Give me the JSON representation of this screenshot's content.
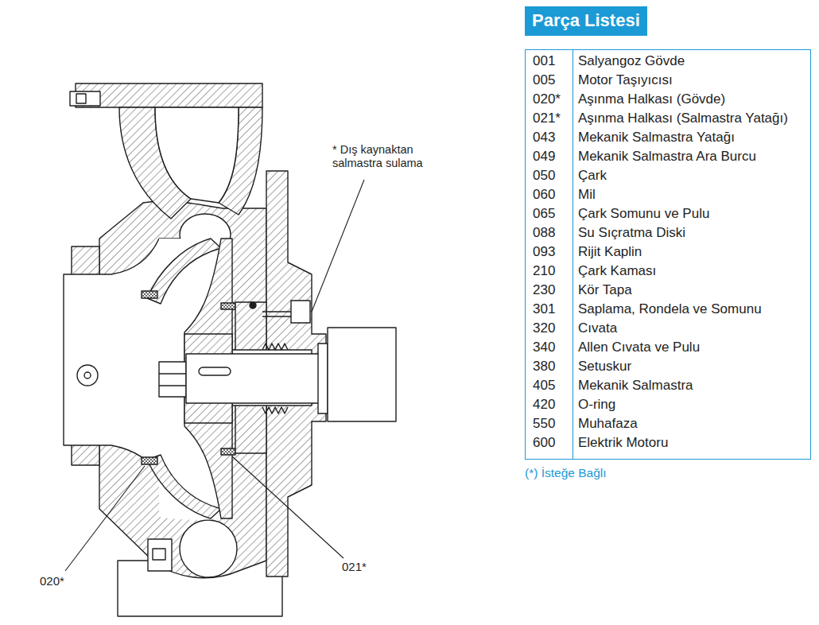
{
  "diagram": {
    "title": "Parça Listesi",
    "labels": [
      "* Dış kaynaktan salmastra sulama",
      "020*",
      "021*",
      "001",
      "Salyangoz Gövde",
      "005",
      "Motor Taşıyıcısı",
      "020*",
      "Aşınma Halkası (Gövde)",
      "021*",
      "Aşınma Halkası (Salmastra Yatağı)",
      "043",
      "Mekanik Salmastra Yatağı",
      "049",
      "Mekanik Salmastra Ara Burcu",
      "050",
      "Çark",
      "060",
      "Mil",
      "065",
      "Çark Somunu ve Pulu",
      "088",
      "Su Sıçratma Diski",
      "093",
      "Rijit Kaplin",
      "210",
      "Çark Kaması",
      "230",
      "Kör Tapa",
      "301",
      "Saplama, Rondela ve Somunu",
      "320",
      "Cıvata",
      "340",
      "Allen Cıvata ve Pulu",
      "380",
      "Setuskur",
      "405",
      "Mekanik Salmastra",
      "420",
      "O-ring",
      "550",
      "Muhafaza",
      "600",
      "Elektrik Motoru",
      "(*) İsteğe Bağlı"
    ]
  }
}
